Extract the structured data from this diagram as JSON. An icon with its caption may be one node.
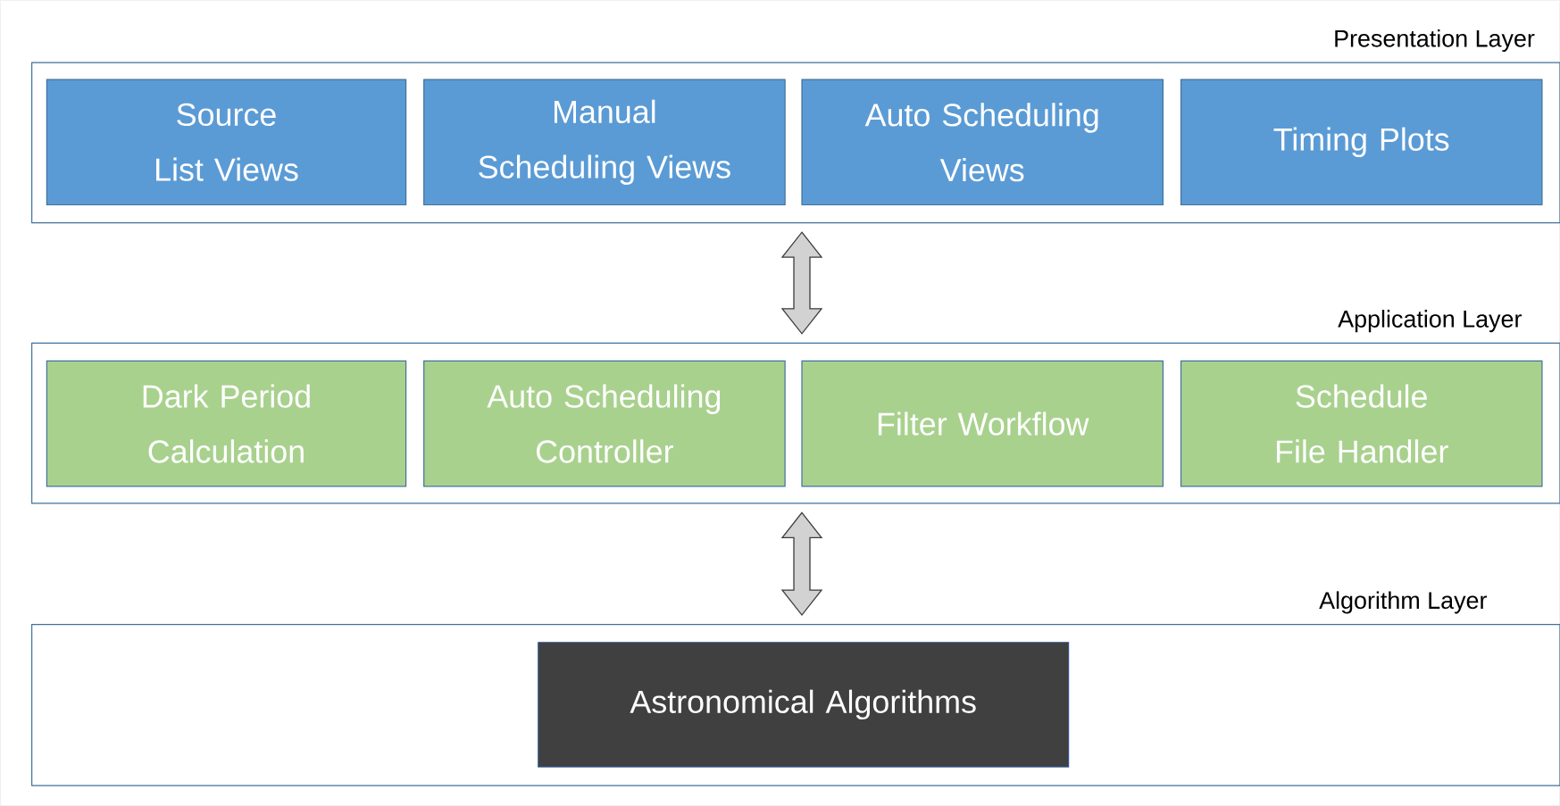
{
  "diagram": {
    "nodes": [
      {
        "text": [
          "Presentation Layer"
        ]
      },
      {
        "text": [
          "Source List Views"
        ],
        "in": 0
      },
      {
        "text": [
          "Manual Scheduling Views"
        ],
        "in": 0
      },
      {
        "text": [
          "Auto Scheduling Views"
        ],
        "in": 0
      },
      {
        "text": [
          "Timing Plots"
        ],
        "in": 0
      },
      {
        "text": [
          "Application Layer"
        ]
      },
      {
        "text": [
          "Dark Period Calculation"
        ],
        "in": 5
      },
      {
        "text": [
          "Auto Scheduling Controller"
        ],
        "in": 5
      },
      {
        "text": [
          "Filter Workflow"
        ],
        "in": 5
      },
      {
        "text": [
          "Schedule File Handler"
        ],
        "in": 5
      },
      {
        "text": [
          "Algorithm Layer"
        ]
      },
      {
        "text": [
          "Astronomical Algorithms"
        ],
        "in": 10
      }
    ],
    "edges": [
      {
        "from": 0,
        "to": 5,
        "arrow": "both"
      },
      {
        "from": 5,
        "to": 10,
        "arrow": "both"
      }
    ]
  }
}
